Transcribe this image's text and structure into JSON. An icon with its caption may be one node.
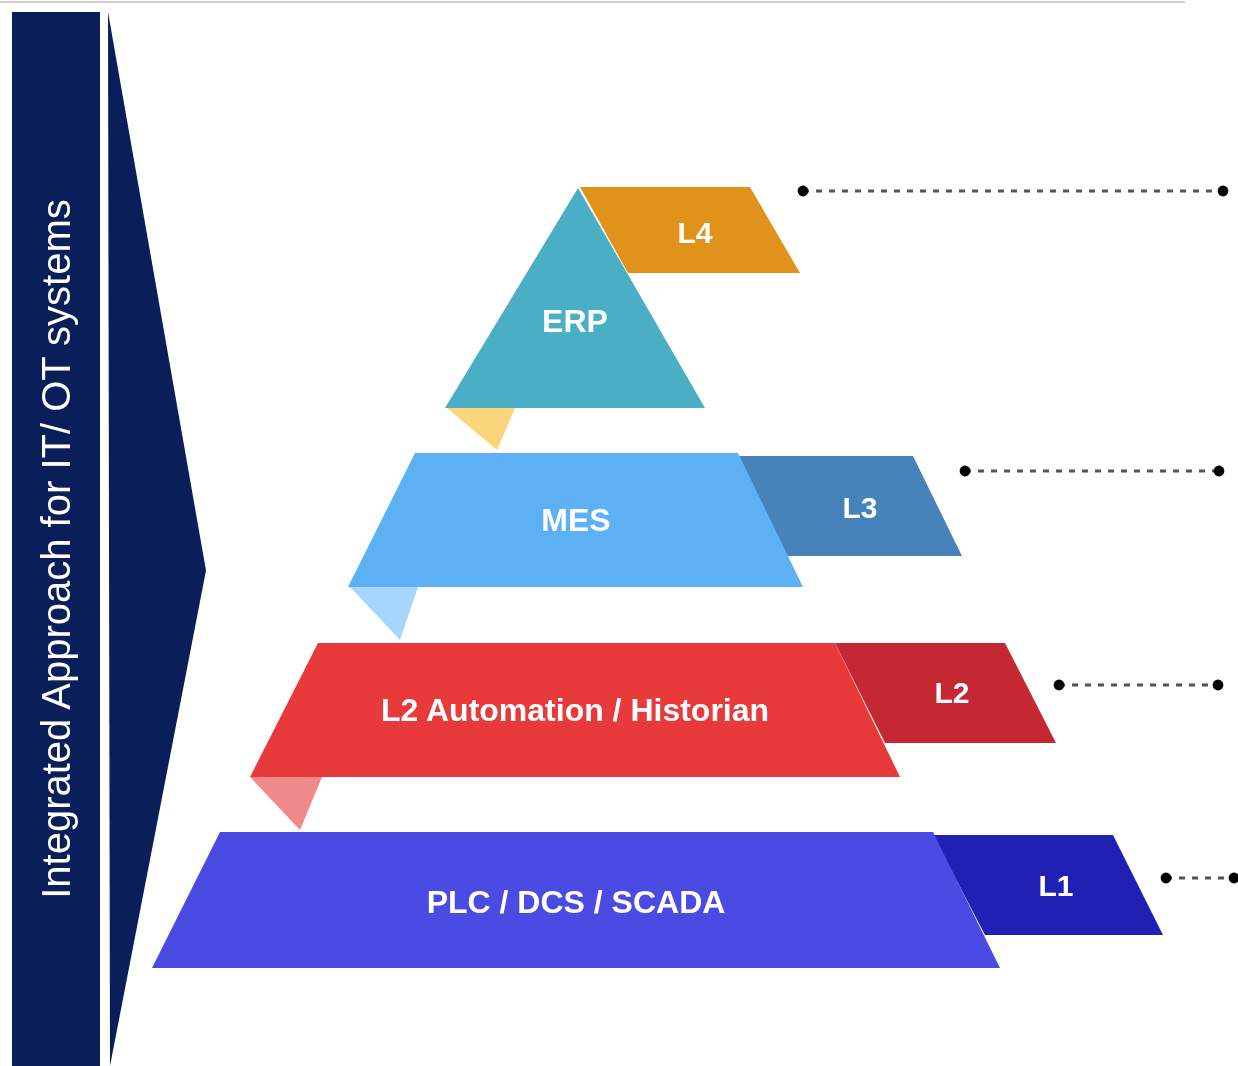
{
  "diagram": {
    "nodes": [
      {
        "text": [
          "Integrated Approach for IT/ OT systems"
        ]
      },
      {
        "text": [
          "ERP"
        ]
      },
      {
        "text": [
          "L4"
        ]
      },
      {
        "text": [
          "MES"
        ]
      },
      {
        "text": [
          "L3"
        ]
      },
      {
        "text": [
          "L2 Automation / Historian"
        ]
      },
      {
        "text": [
          "L2"
        ]
      },
      {
        "text": [
          "PLC / DCS / SCADA"
        ]
      },
      {
        "text": [
          "L1"
        ]
      },
      {
        "text": [],
        "shape": "chevron"
      }
    ],
    "edges": [
      {
        "from": 2,
        "to": null,
        "arrow": "other",
        "style": "dashed"
      },
      {
        "from": 4,
        "to": null,
        "arrow": "other",
        "style": "dashed"
      },
      {
        "from": 6,
        "to": null,
        "arrow": "other",
        "style": "dashed"
      },
      {
        "from": 8,
        "to": null,
        "arrow": "other",
        "style": "dashed"
      }
    ]
  }
}
